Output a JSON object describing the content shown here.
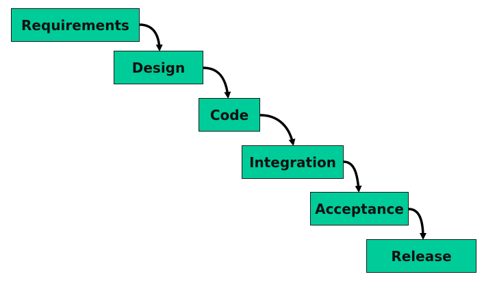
{
  "stages": [
    {
      "label": "Requirements"
    },
    {
      "label": "Design"
    },
    {
      "label": "Code"
    },
    {
      "label": "Integration"
    },
    {
      "label": "Acceptance"
    },
    {
      "label": "Release"
    }
  ],
  "colors": {
    "box_fill": "#00cc99",
    "box_border": "#1a1a1a",
    "arrow": "#000000",
    "text": "#111111"
  }
}
